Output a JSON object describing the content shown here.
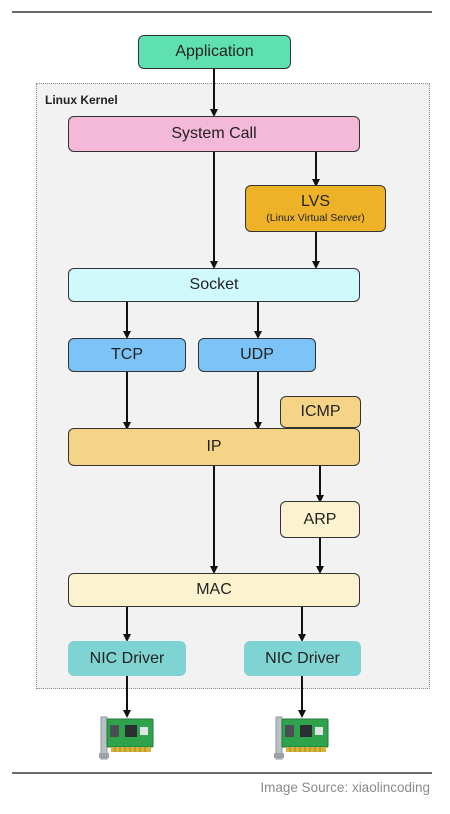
{
  "kernel_label": "Linux Kernel",
  "nodes": {
    "application": "Application",
    "system_call": "System Call",
    "lvs_title": "LVS",
    "lvs_subtitle": "(Linux Virtual Server)",
    "socket": "Socket",
    "tcp": "TCP",
    "udp": "UDP",
    "icmp": "ICMP",
    "ip": "IP",
    "arp": "ARP",
    "mac": "MAC",
    "nic_driver_left": "NIC Driver",
    "nic_driver_right": "NIC Driver"
  },
  "colors": {
    "application": "#5fe0b0",
    "system_call": "#f4b8d8",
    "lvs": "#eeb229",
    "socket": "#cff9fb",
    "tcp_udp": "#7cc4f7",
    "icmp_ip": "#f6d487",
    "arp_mac": "#fbf3cf",
    "nic_driver": "#7fd3d3"
  },
  "icons": [
    "network-card-icon",
    "network-card-icon"
  ],
  "footer": {
    "source": "Image Source: xiaolincoding"
  }
}
